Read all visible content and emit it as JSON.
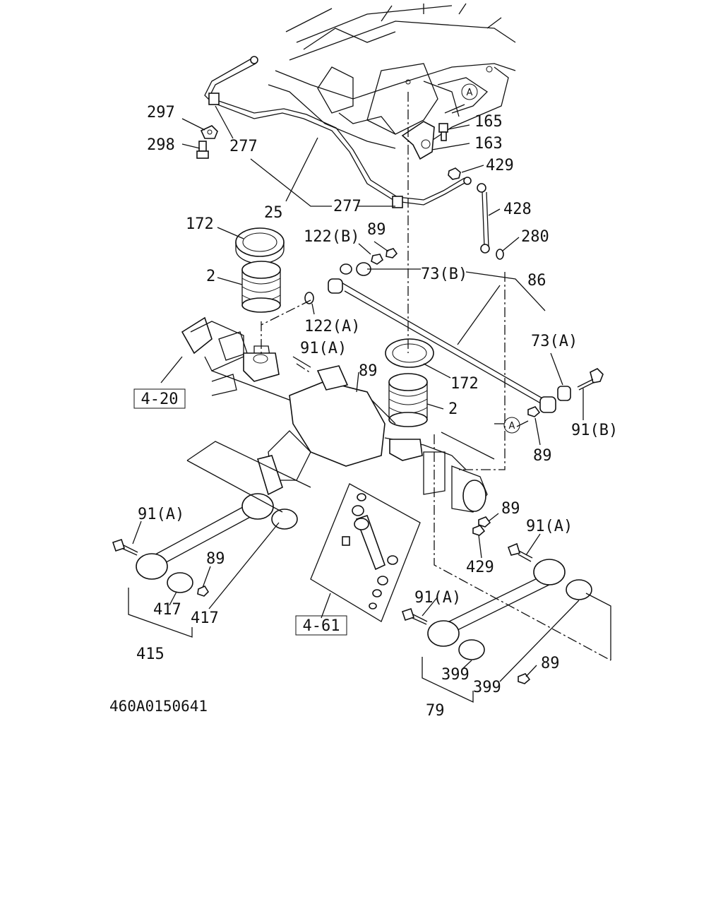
{
  "labels": {
    "l297": "297",
    "l298": "298",
    "l277a": "277",
    "l25": "25",
    "l277b": "277",
    "l165": "165",
    "l163": "163",
    "l429a": "429",
    "l428": "428",
    "l280": "280",
    "l172a": "172",
    "l122b": "122(B)",
    "l89a": "89",
    "l73b": "73(B)",
    "l86": "86",
    "l2a": "2",
    "l122a": "122(A)",
    "l91a1": "91(A)",
    "l89b": "89",
    "l172b": "172",
    "l2b": "2",
    "l73a": "73(A)",
    "l91b": "91(B)",
    "l89c": "89",
    "l91a2": "91(A)",
    "l89d": "89",
    "l417a": "417",
    "l417b": "417",
    "l415": "415",
    "l89e": "89",
    "l429b": "429",
    "l91a3": "91(A)",
    "l91a4": "91(A)",
    "l399a": "399",
    "l399b": "399",
    "l89f": "89",
    "l79": "79"
  },
  "refs": {
    "ref420": "4-20",
    "ref461": "4-61"
  },
  "markers": {
    "a": "A"
  },
  "drawing_code": "460A0150641"
}
